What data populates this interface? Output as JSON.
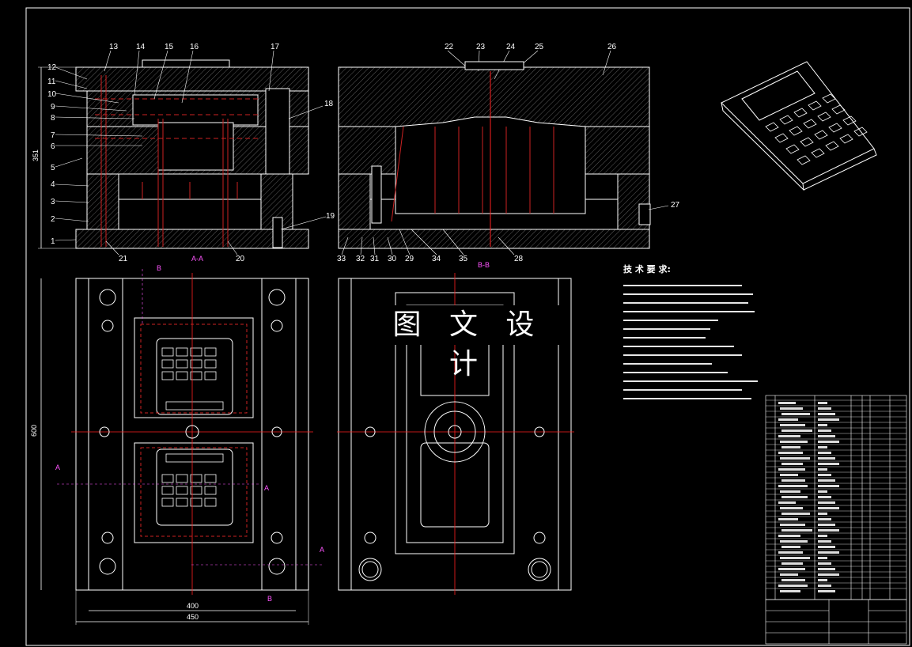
{
  "drawing": {
    "watermark": "图 文 设 计",
    "tech_requirements_title": "技 术 要 求:",
    "section_labels": {
      "aa": "A-A",
      "bb": "B-B"
    },
    "view_markers": [
      "A",
      "B"
    ],
    "dimensions": {
      "height": "351",
      "plan_height": "600",
      "inner_width": "400",
      "outer_width": "450"
    },
    "part_numbers_left": [
      "1",
      "2",
      "3",
      "4",
      "5",
      "6",
      "7",
      "8",
      "9",
      "10",
      "11",
      "12"
    ],
    "part_numbers_top": [
      "13",
      "14",
      "15",
      "16",
      "17",
      "22",
      "23",
      "24",
      "25",
      "26"
    ],
    "part_numbers_right": [
      "18",
      "19",
      "27"
    ],
    "part_numbers_bottom": [
      "21",
      "20",
      "33",
      "32",
      "31",
      "30",
      "29",
      "34",
      "35",
      "28"
    ]
  },
  "colors": {
    "background": "#000000",
    "line": "#ffffff",
    "center": "#ff2020",
    "hatch": "#cc2222",
    "label": "#ff55ff"
  }
}
